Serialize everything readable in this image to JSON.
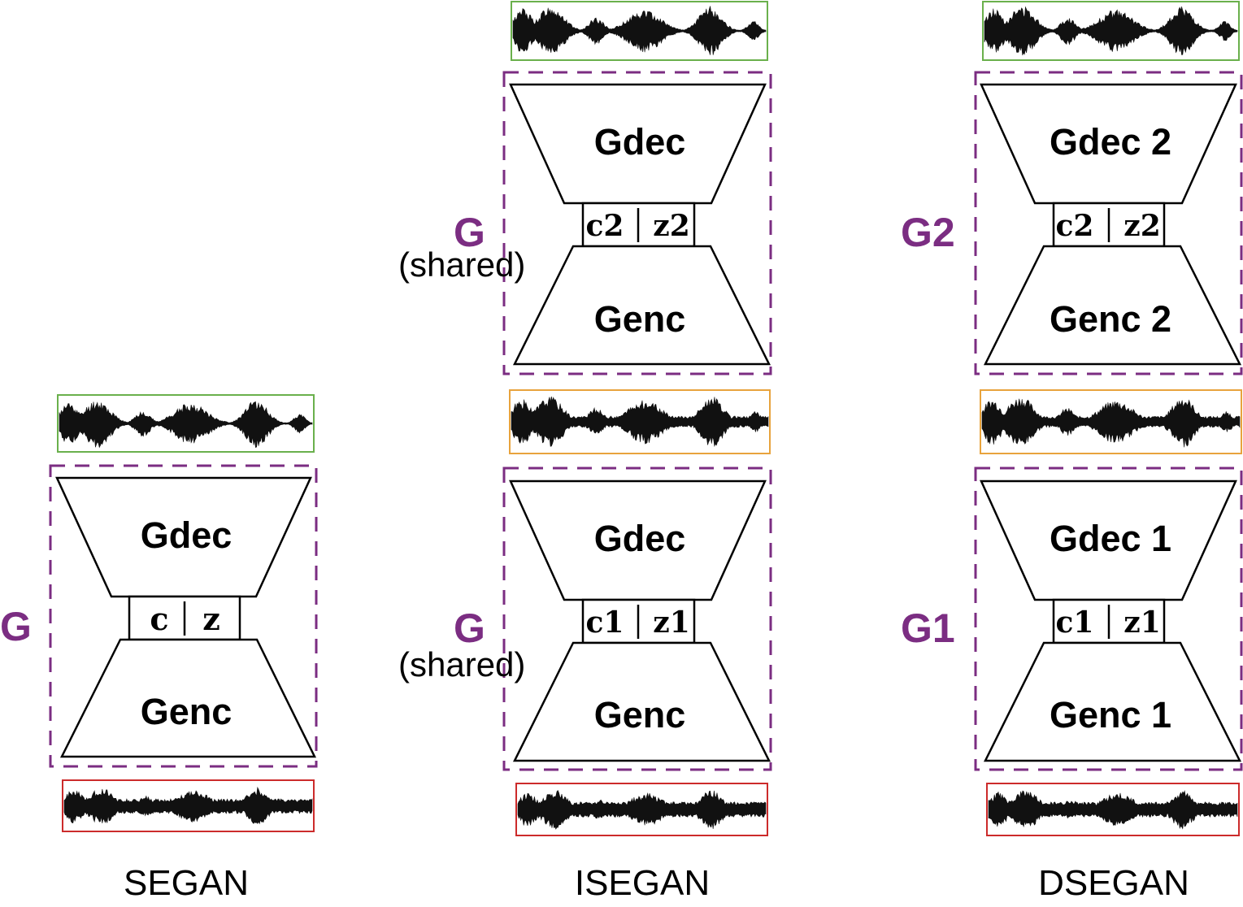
{
  "colors": {
    "clean_box": "#6ab04c",
    "intermediate_box": "#e8a33d",
    "noisy_box": "#cc2b2b",
    "generator_border": "#7b2d82",
    "generator_label": "#7b2d82",
    "waveform": "#111111"
  },
  "columns": [
    {
      "caption": "SEGAN",
      "stages": [
        {
          "label": "G",
          "sublabel": "",
          "dec": "Gdec",
          "enc": "Genc",
          "c": "c",
          "z": "z"
        }
      ]
    },
    {
      "caption": "ISEGAN",
      "stages": [
        {
          "label": "G",
          "sublabel": "(shared)",
          "dec": "Gdec",
          "enc": "Genc",
          "c": "c1",
          "z": "z1"
        },
        {
          "label": "G",
          "sublabel": "(shared)",
          "dec": "Gdec",
          "enc": "Genc",
          "c": "c2",
          "z": "z2"
        }
      ]
    },
    {
      "caption": "DSEGAN",
      "stages": [
        {
          "label": "G1",
          "sublabel": "",
          "dec": "Gdec 1",
          "enc": "Genc 1",
          "c": "c1",
          "z": "z1"
        },
        {
          "label": "G2",
          "sublabel": "",
          "dec": "Gdec 2",
          "enc": "Genc 2",
          "c": "c2",
          "z": "z2"
        }
      ]
    }
  ]
}
